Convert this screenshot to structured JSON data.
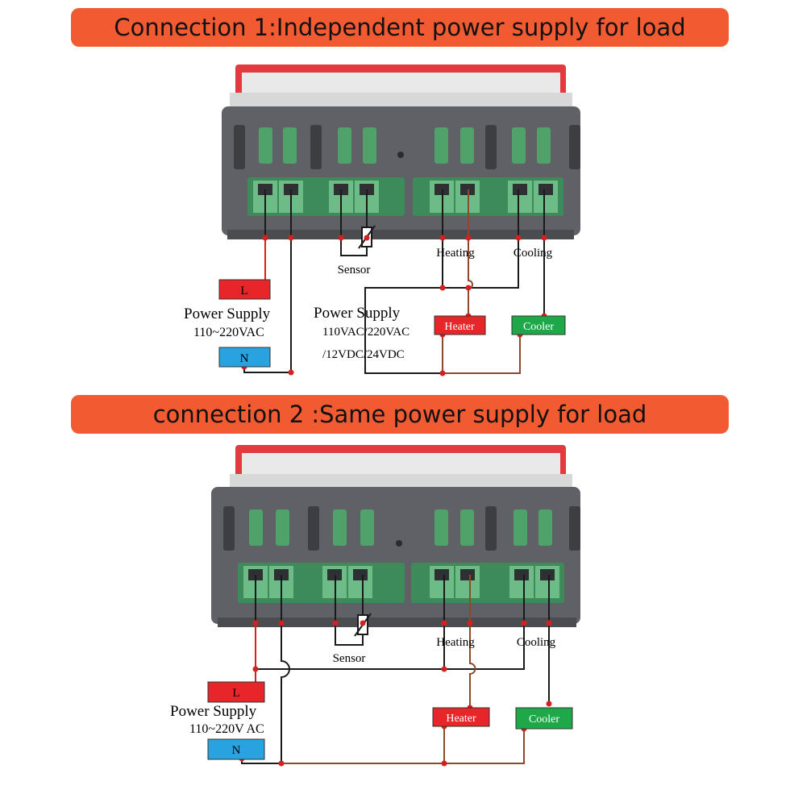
{
  "connection1": {
    "title": "Connection 1:Independent power supply for load",
    "sensor_label": "Sensor",
    "heating_label": "Heating",
    "cooling_label": "Cooling",
    "live_label": "L",
    "neutral_label": "N",
    "power_supply_label": "Power Supply",
    "power_voltage": "110~220VAC",
    "load_power_label": "Power Supply",
    "load_voltage_ac": "110VAC/220VAC",
    "load_voltage_dc": "/12VDC/24VDC",
    "heater_label": "Heater",
    "cooler_label": "Cooler"
  },
  "connection2": {
    "title": "connection 2 :Same power supply for load",
    "sensor_label": "Sensor",
    "heating_label": "Heating",
    "cooling_label": "Cooling",
    "live_label": "L",
    "neutral_label": "N",
    "power_supply_label": "Power Supply",
    "power_voltage": "110~220V AC",
    "heater_label": "Heater",
    "cooler_label": "Cooler"
  },
  "colors": {
    "banner": "#f25a32",
    "live_box": "#e8262a",
    "neutral_box": "#29a3e0",
    "heater_box": "#e8262a",
    "cooler_box": "#1ea84a",
    "device_body": "#5f6166",
    "terminal_green": "#4fa36a",
    "live_wire": "#d42020",
    "load_wire": "#8b4a2b",
    "wire": "#1a1a1a"
  }
}
